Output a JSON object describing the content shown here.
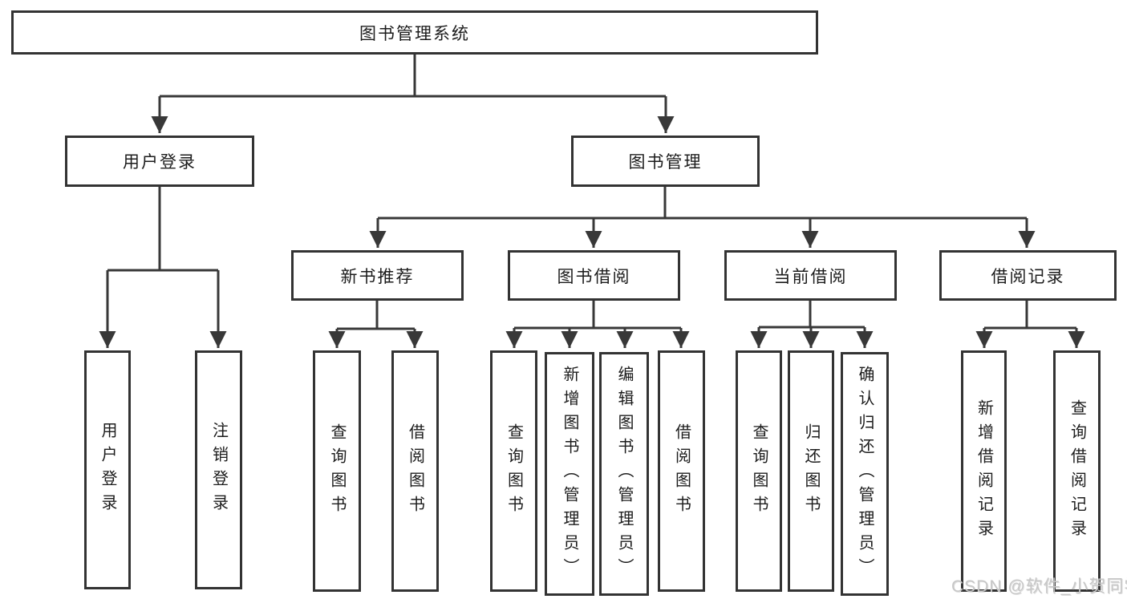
{
  "diagram": {
    "title": "图书管理系统",
    "branches": [
      {
        "label": "用户登录",
        "children": [
          {
            "label": "用户登录"
          },
          {
            "label": "注销登录"
          }
        ]
      },
      {
        "label": "图书管理",
        "children": [
          {
            "label": "新书推荐",
            "children": [
              {
                "label": "查询图书"
              },
              {
                "label": "借阅图书"
              }
            ]
          },
          {
            "label": "图书借阅",
            "children": [
              {
                "label": "查询图书"
              },
              {
                "label": "新增图书（管理员）"
              },
              {
                "label": "编辑图书（管理员）"
              },
              {
                "label": "借阅图书"
              }
            ]
          },
          {
            "label": "当前借阅",
            "children": [
              {
                "label": "查询图书"
              },
              {
                "label": "归还图书"
              },
              {
                "label": "确认归还（管理员）"
              }
            ]
          },
          {
            "label": "借阅记录",
            "children": [
              {
                "label": "新增借阅记录"
              },
              {
                "label": "查询借阅记录"
              }
            ]
          }
        ]
      }
    ],
    "line_color": "#383838",
    "box_border_color": "#333333",
    "box_fill_color": "#ffffff",
    "text_color": "#1c1c1c"
  },
  "watermark": {
    "text": "CSDN @软件_小贺同学",
    "color": "#c7c7c7"
  }
}
